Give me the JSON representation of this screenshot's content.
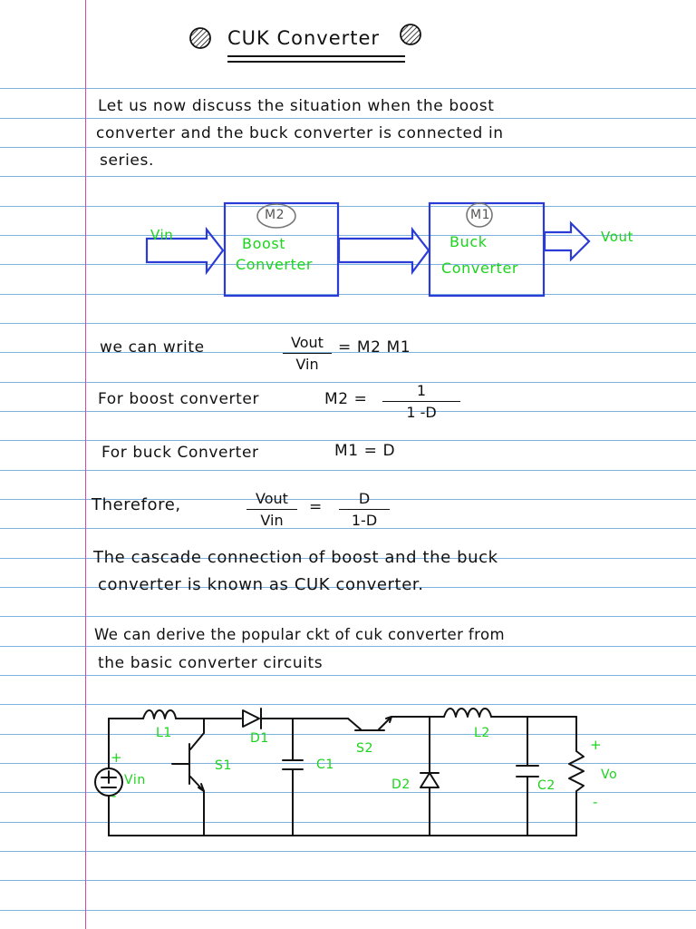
{
  "title": "CUK Converter",
  "paragraph1": {
    "line1": "Let us now discuss the situation when the boost",
    "line2": "converter and the buck converter is connected in",
    "line3": "series."
  },
  "block_diagram": {
    "input_label": "Vin",
    "output_label": "Vout",
    "block1": {
      "gain": "M2",
      "line1": "Boost",
      "line2": "Converter"
    },
    "block2": {
      "gain": "M1",
      "line1": "Buck",
      "line2": "Converter"
    }
  },
  "equations": {
    "we_can_write": "we can write",
    "eq1_num": "Vout",
    "eq1_den": "Vin",
    "eq1_rhs": "= M2 M1",
    "boost_label": "For boost converter",
    "m2_lhs": "M2 =",
    "m2_num": "1",
    "m2_den": "1 -D",
    "buck_label": "For buck Converter",
    "m1_eq": "M1 = D",
    "therefore": "Therefore,",
    "eq3_num": "Vout",
    "eq3_den": "Vin",
    "eq3_eq": "=",
    "eq3_rnum": "D",
    "eq3_rden": "1-D"
  },
  "paragraph2": {
    "line1": "The cascade connection of boost and the buck",
    "line2": "converter is known as CUK converter."
  },
  "paragraph3": {
    "line1": "We can derive the popular ckt of cuk converter from",
    "line2": "the basic converter circuits"
  },
  "circuit": {
    "L1": "L1",
    "D1": "D1",
    "S1": "S1",
    "C1": "C1",
    "S2": "S2",
    "L2": "L2",
    "D2": "D2",
    "C2": "C2",
    "Vin": "Vin",
    "Vo": "Vo",
    "plus": "+",
    "minus": "-"
  }
}
